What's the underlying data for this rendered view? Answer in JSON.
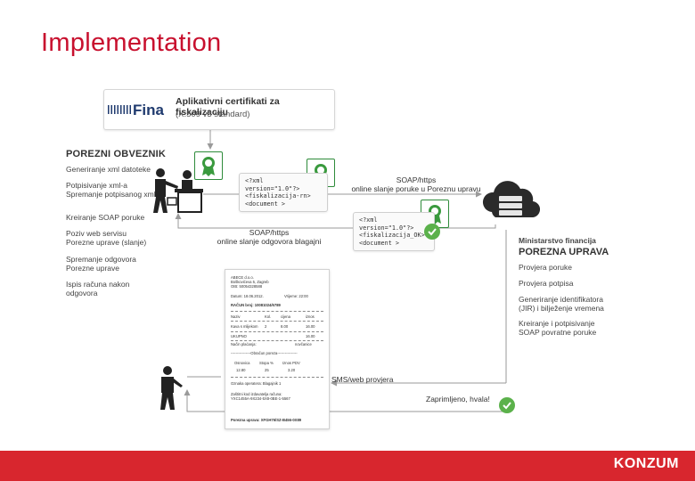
{
  "title": "Implementation",
  "fina": {
    "logo": "Fina",
    "line1": "Aplikativni certifikati za fiskalizaciju",
    "line2": "(X.509 v3 standard)"
  },
  "left": {
    "heading": "POREZNI OBVEZNIK",
    "items": [
      "Generiranje xml datoteke",
      "Potpisivanje xml-a\nSpremanje potpisanog xml-a",
      "Kreiranje SOAP poruke",
      "Poziv web servisu\nPorezne uprave (slanje)",
      "Spremanje odgovora\nPorezne uprave",
      "Ispis računa nakon\nodgovora"
    ]
  },
  "right": {
    "heading_small": "Ministarstvo financija",
    "heading_big": "POREZNA UPRAVA",
    "items": [
      "Provjera poruke",
      "Provjera potpisa",
      "Generiranje identifikatora\n(JIR) i bilježenje vremena",
      "Kreiranje i potpisivanje\nSOAP povratne poruke"
    ]
  },
  "xml1": "<?xml\nversion=\"1.0\"?>\n<fiskalizacija-rn>\n<document >",
  "xml2": "<?xml\nversion=\"1.0\"?>\n<fiskalizacija_OK>\n<document >",
  "labels": {
    "send": "SOAP/https\nonline slanje poruke u Poreznu upravu",
    "reply": "SOAP/https\nonline slanje odgovora blagajni",
    "sms": "SMS/web provjera",
    "thanks": "Zaprimljeno, hvala!"
  },
  "receipt": {
    "l1": "ABECE d.o.o.",
    "l2": "Boškovićeva 5, Zagreb",
    "l3": "OIB: 50054328588",
    "date": "Datum: 18.06.2012.",
    "time": "Vrijeme: 22:00",
    "racun": "RAČUN broj: 10081024/6789",
    "hdr": [
      "Naziv",
      "Kol.",
      "cijena",
      "iznos"
    ],
    "row": [
      "Kava s mlijekom",
      "2",
      "8.00",
      "16.00"
    ],
    "total_label": "UKUPNO",
    "total": "16.00",
    "pay_label": "Način plaćanja:",
    "pay": "novčanice",
    "tax_title": "----------------Obračun  poreza----------------",
    "tax_hdr": [
      "Osnovica",
      "Stopa %",
      "Iznos PDV"
    ],
    "tax_row": [
      "12.80",
      "25",
      "3.20"
    ],
    "operator": "Oznaka operatera: Blagajnik 1",
    "zki_label": "Zaštitni kod izdavatelja računa:",
    "zki": "YXC1455A-9X234-5X8-0BE-1-5567",
    "jir": "Porezna uprava: XFGH76/SZ-B456-0X89"
  },
  "footer": {
    "brand": "KONZUM"
  },
  "colors": {
    "title": "#c8102e",
    "footer": "#d8262e",
    "arrow": "#9a9a9a",
    "check": "#5bb14b",
    "badge": "#2e8b3a"
  }
}
